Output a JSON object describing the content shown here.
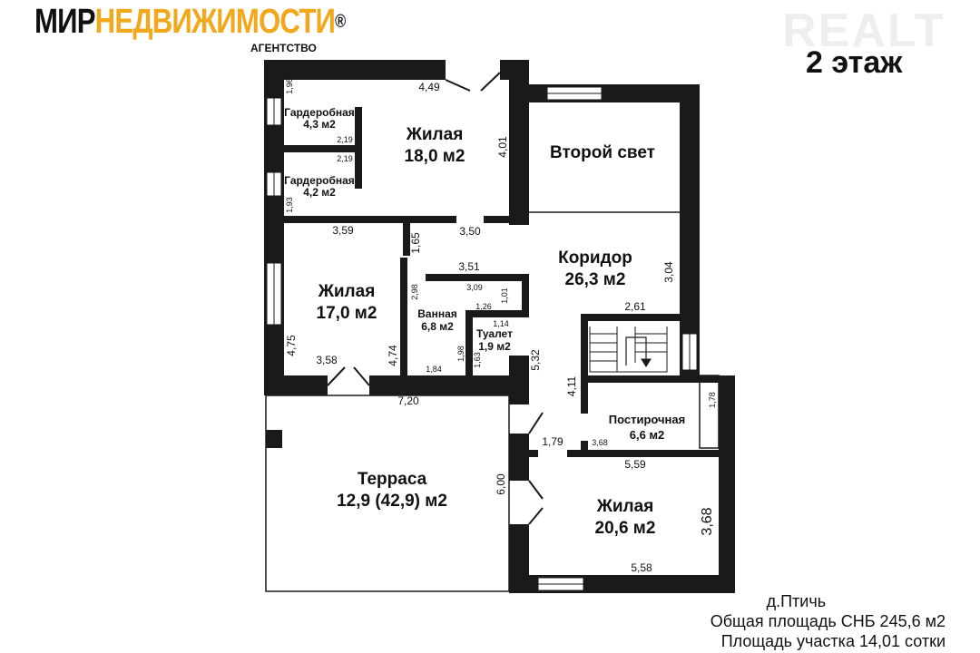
{
  "header": {
    "logo_part1": "МИР",
    "logo_part2": "НЕДВИЖИМОСТИ",
    "logo_reg": "®",
    "logo_sub": "АГЕНТСТВО",
    "watermark": "REALT",
    "floor_label": "2 этаж"
  },
  "rooms": {
    "living1": {
      "name": "Жилая",
      "area": "18,0 м2"
    },
    "wardrobe1": {
      "name": "Гардеробная",
      "area": "4,3 м2"
    },
    "wardrobe2": {
      "name": "Гардеробная",
      "area": "4,2 м2"
    },
    "second_light": {
      "name": "Второй свет"
    },
    "corridor": {
      "name": "Коридор",
      "area": "26,3 м2"
    },
    "living2": {
      "name": "Жилая",
      "area": "17,0 м2"
    },
    "bathroom": {
      "name": "Ванная",
      "area": "6,8 м2"
    },
    "toilet": {
      "name": "Туалет",
      "area": "1,9 м2"
    },
    "laundry": {
      "name": "Постирочная",
      "area": "6,6 м2"
    },
    "terrace": {
      "name": "Терраса",
      "area": "12,9 (42,9) м2"
    },
    "living3": {
      "name": "Жилая",
      "area": "20,6 м2"
    }
  },
  "dimensions": {
    "d449": "4,49",
    "d196": "1,96",
    "d219a": "2,19",
    "d219b": "2,19",
    "d193": "1,93",
    "d401": "4,01",
    "d359": "3,59",
    "d165": "1,65",
    "d350": "3,50",
    "d351": "3,51",
    "d304": "3,04",
    "d298": "2,98",
    "d309": "3,09",
    "d101": "1,01",
    "d126": "1,26",
    "d261": "2,61",
    "d114": "1,14",
    "d475": "4,75",
    "d358": "3,58",
    "d474": "4,74",
    "d198": "1,98",
    "d163": "1,63",
    "d184": "1,84",
    "d532": "5,32",
    "d411": "4,11",
    "d178": "1,78",
    "d720": "7,20",
    "d179": "1,79",
    "d368s": "3,68",
    "d559": "5,59",
    "d600": "6,00",
    "d368": "3,68",
    "d558": "5,58"
  },
  "info": {
    "place": "д.Птичь",
    "total_area": "Общая площадь СНБ 245,6 м2",
    "plot_area": "Площадь участка 14,01 сотки"
  }
}
